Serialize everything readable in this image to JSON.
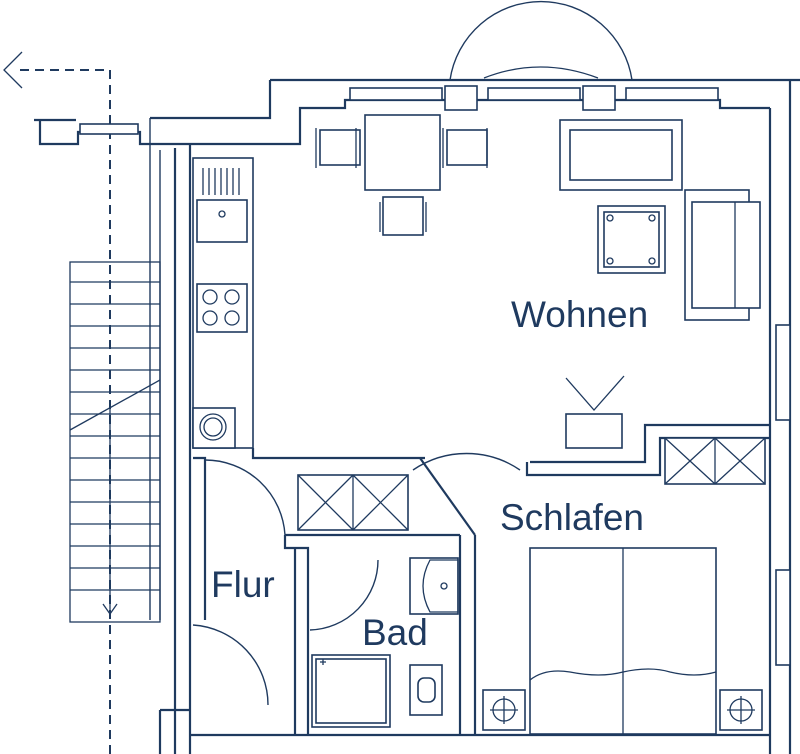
{
  "colors": {
    "ink": "#1f3a5f",
    "background": "#ffffff"
  },
  "rooms": {
    "wohnen": "Wohnen",
    "schlafen": "Schlafen",
    "flur": "Flur",
    "bad": "Bad"
  }
}
